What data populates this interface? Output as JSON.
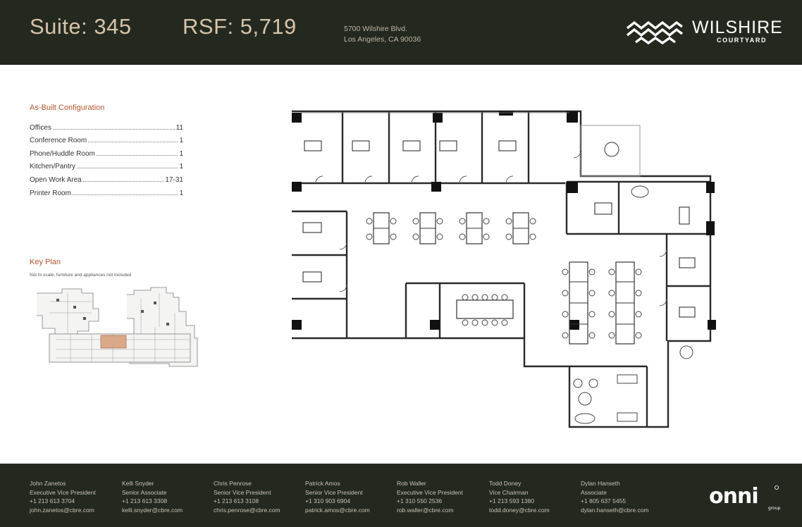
{
  "header": {
    "suite": "Suite: 345",
    "rsf": "RSF: 5,719",
    "address_line1": "5700 Wilshire Blvd.",
    "address_line2": "Los Angeles, CA 90036",
    "brand_name": "WILSHIRE",
    "brand_sub": "COURTYARD"
  },
  "config": {
    "title": "As-Built Configuration",
    "items": [
      {
        "label": "Offices",
        "value": "11"
      },
      {
        "label": "Conference Room",
        "value": "1"
      },
      {
        "label": "Phone/Huddle Room",
        "value": "1"
      },
      {
        "label": "Kitchen/Pantry",
        "value": "1"
      },
      {
        "label": "Open Work Area",
        "value": "17-31"
      },
      {
        "label": "Printer Room",
        "value": "1"
      }
    ]
  },
  "key_plan": {
    "title": "Key Plan",
    "note": "Not to scale, furniture and appliances not included"
  },
  "contacts": [
    {
      "name": "John Zanetos",
      "title": "Executive Vice President",
      "phone": "+1 213 613 3704",
      "email": "john.zanetos@cbre.com"
    },
    {
      "name": "Kelli Snyder",
      "title": "Senior Associate",
      "phone": "+1 213 613 3308",
      "email": "kelli.snyder@cbre.com"
    },
    {
      "name": "Chris Penrose",
      "title": "Senior Vice President",
      "phone": "+1 213 613 3108",
      "email": "chris.penrose@cbre.com"
    },
    {
      "name": "Patrick Amos",
      "title": "Senior Vice President",
      "phone": "+1 310 903 6904",
      "email": "patrick.amos@cbre.com"
    },
    {
      "name": "Rob Waller",
      "title": "Executive Vice President",
      "phone": "+1 310 550 2536",
      "email": "rob.waller@cbre.com"
    },
    {
      "name": "Todd Doney",
      "title": "Vice Chairman",
      "phone": "+1 213 593 1380",
      "email": "todd.doney@cbre.com"
    },
    {
      "name": "Dylan Hanseth",
      "title": "Associate",
      "phone": "+1 805 637 5455",
      "email": "dylan.hanseth@cbre.com"
    }
  ],
  "footer_logo": {
    "name": "onni",
    "sub": "group"
  },
  "colors": {
    "header_bg": "#23291f",
    "accent": "#b4562e",
    "suite_text": "#d8c3a8",
    "keyplan_highlight": "#d9a98a"
  }
}
